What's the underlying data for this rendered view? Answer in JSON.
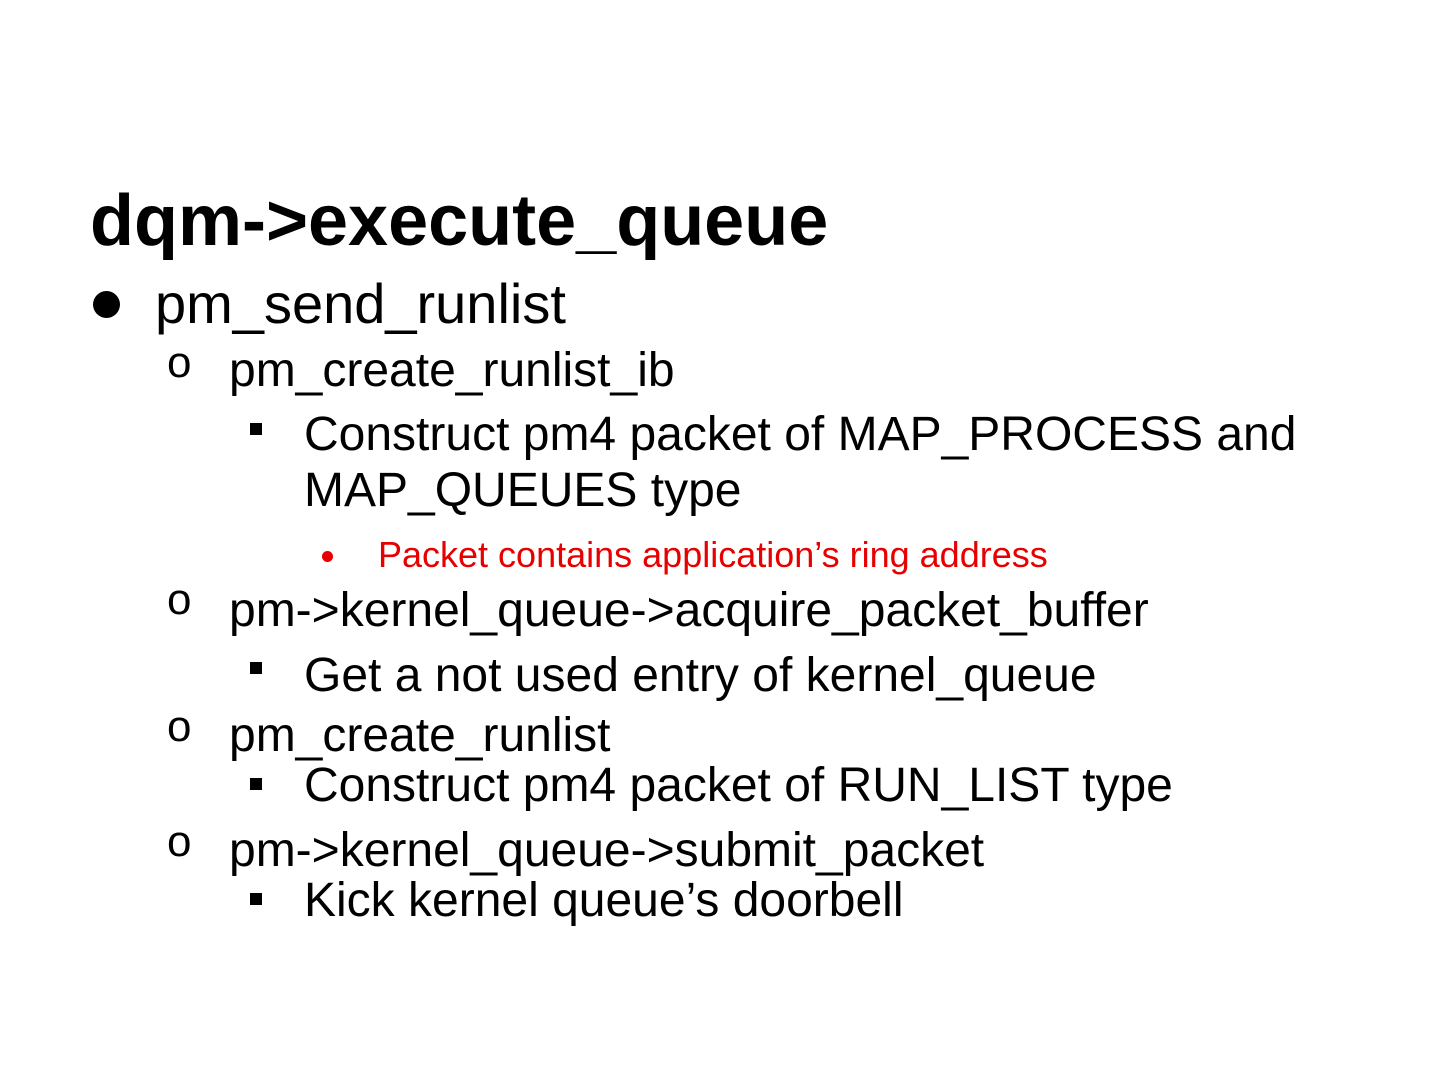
{
  "slide": {
    "title": "dqm->execute_queue",
    "colors": {
      "text": "#000000",
      "accent_red": "#e60000",
      "background": "#ffffff"
    },
    "glyphs": {
      "level1_bullet": "filled-disc",
      "level2_bullet": "o",
      "level3_bullet": "filled-square",
      "level4_bullet": "small-dot"
    },
    "list": {
      "level1": "pm_send_runlist",
      "rows": [
        {
          "level": 2,
          "text": "pm_create_runlist_ib"
        },
        {
          "level": 3,
          "text": "Construct pm4 packet of MAP_PROCESS and MAP_QUEUES type"
        },
        {
          "level": 4,
          "text": "Packet contains application’s ring address"
        },
        {
          "level": 2,
          "text": "pm->kernel_queue->acquire_packet_buffer"
        },
        {
          "level": 3,
          "text": "Get a not used entry of kernel_queue"
        },
        {
          "level": 2,
          "text": "pm_create_runlist"
        },
        {
          "level": 3,
          "text": "Construct pm4 packet of RUN_LIST type"
        },
        {
          "level": 2,
          "text": "pm->kernel_queue->submit_packet"
        },
        {
          "level": 3,
          "text": "Kick kernel queue’s doorbell"
        }
      ]
    }
  }
}
